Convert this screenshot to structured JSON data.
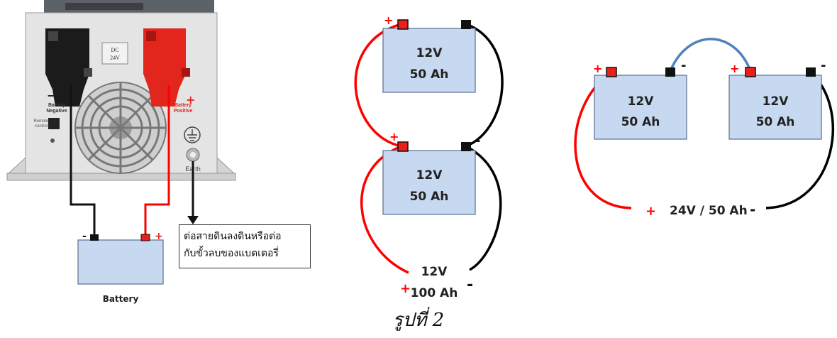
{
  "inverter": {
    "dc_label_line1": "DC",
    "dc_label_line2": "24V",
    "battery_negative_line1": "Battery",
    "battery_negative_line2": "Negative",
    "battery_positive_line1": "Battery",
    "battery_positive_line2": "Positive",
    "remote_line1": "Remote",
    "remote_line2": "control",
    "earth_label": "Earth",
    "minus_mark": "−",
    "plus_mark": "+"
  },
  "left_battery": {
    "label": "Battery",
    "minus": "-",
    "plus": "+"
  },
  "note": {
    "line1": "ต่อสายดินลงดินหรือต่อ",
    "line2": "กับขั้วลบของแบตเตอรี่"
  },
  "parallel": {
    "battery1": {
      "voltage": "12V",
      "capacity": "50 Ah",
      "plus": "+"
    },
    "battery2": {
      "voltage": "12V",
      "capacity": "50 Ah",
      "plus": "+",
      "minus": "-"
    },
    "result_voltage": "12V",
    "result_capacity": "100 Ah",
    "result_plus": "+",
    "result_minus": "-"
  },
  "series": {
    "battery1": {
      "voltage": "12V",
      "capacity": "50 Ah",
      "plus": "+",
      "minus": "-"
    },
    "battery2": {
      "voltage": "12V",
      "capacity": "50 Ah",
      "plus": "+",
      "minus": "-"
    },
    "result_plus": "+",
    "result_label": "24V / 50 Ah",
    "result_minus": "-"
  },
  "caption": "รูปที่ 2",
  "colors": {
    "battery_fill": "#c6d9f1",
    "battery_stroke": "#5a6f8e",
    "positive_wire": "#ff0000",
    "negative_wire": "#000000",
    "link_wire": "#4f81bd"
  }
}
